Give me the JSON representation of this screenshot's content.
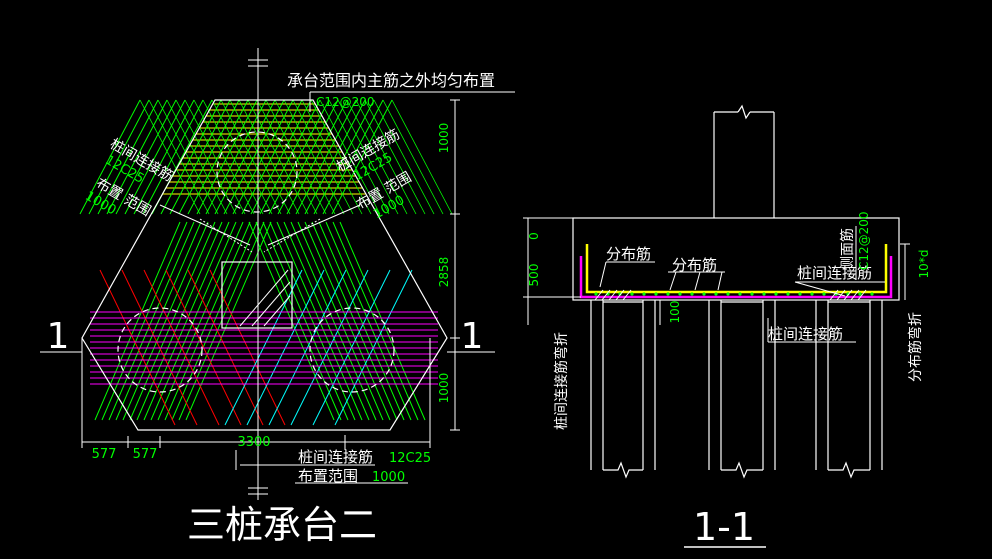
{
  "colors": {
    "background": "#000000",
    "white": "#ffffff",
    "green": "#00ff00",
    "yellow": "#ffff00",
    "magenta": "#ff00ff",
    "red": "#ff0000",
    "cyan": "#00ffff",
    "gray": "#c0c0c0"
  },
  "plan": {
    "title": "三桩承台二",
    "note_top": "承台范围内主筋之外均匀布置",
    "note_top_spec": "C12@200",
    "left_label": "桩间连接筋",
    "left_spec": "12C25",
    "left_range_label": "布置 范围",
    "left_range_value": "1000",
    "right_label": "桩间连接筋",
    "right_spec": "12C25",
    "right_range_label": "布置 范围",
    "right_range_value": "1000",
    "bottom_label": "桩间连接筋",
    "bottom_spec": "12C25",
    "bottom_range_label": "布置范围",
    "bottom_range_value": "1000",
    "dim_top": "1000",
    "dim_mid": "2858",
    "dim_bottom": "1000",
    "dim_width": "3300",
    "dim_left_1": "577",
    "dim_left_2": "577",
    "section_mark_left": "1",
    "section_mark_right": "1"
  },
  "section": {
    "title": "1-1",
    "label_dist_1": "分布筋",
    "label_dist_2": "分布筋",
    "label_side": "侧面筋",
    "label_side_spec": "C12@200",
    "label_pile_link": "桩间连接筋",
    "label_pile_link_bottom": "桩间连接筋",
    "label_bend_left": "桩间连接筋弯折",
    "label_bend_right": "分布筋弯折",
    "dim_500": "500",
    "dim_0": "0",
    "dim_100": "100",
    "dim_10d": "10*d"
  }
}
